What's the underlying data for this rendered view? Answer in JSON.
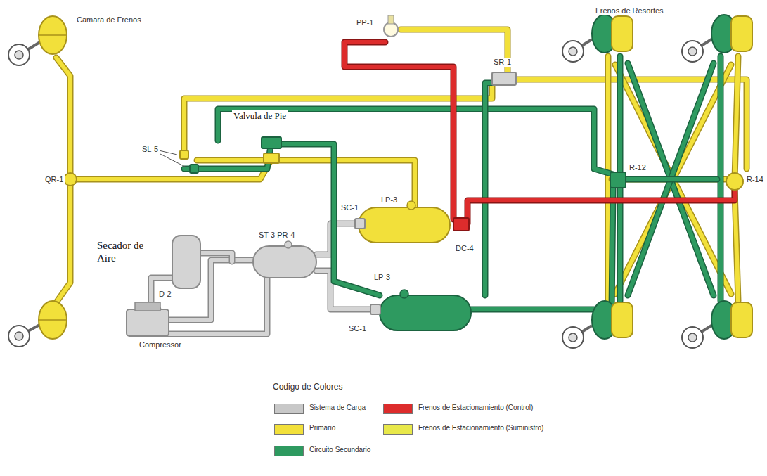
{
  "diagram": {
    "labels": [
      "Camara de Frenos",
      "PP-1",
      "SR-1",
      "Frenos de Resortes",
      "Valvula de Pie",
      "SL-5",
      "QR-1",
      "SC-1",
      "LP-3",
      "ST-3 PR-4",
      "DC-4",
      "R-12",
      "R-14",
      "Secador de Aire",
      "D-2",
      "LP-3",
      "SC-1",
      "Compressor",
      "Codigo de Colores"
    ],
    "legend": [
      {
        "text": "Sistema de Carga",
        "color": "#c8c8c8"
      },
      {
        "text": "Primario",
        "color": "#f2e03a"
      },
      {
        "text": "Circuito Secundario",
        "color": "#2e9a60"
      },
      {
        "text": "Frenos de Estacionamiento (Control)",
        "color": "#dd2c2c"
      },
      {
        "text": "Frenos de Estacionamiento (Suministro)",
        "color": "#e8e84a"
      }
    ]
  }
}
